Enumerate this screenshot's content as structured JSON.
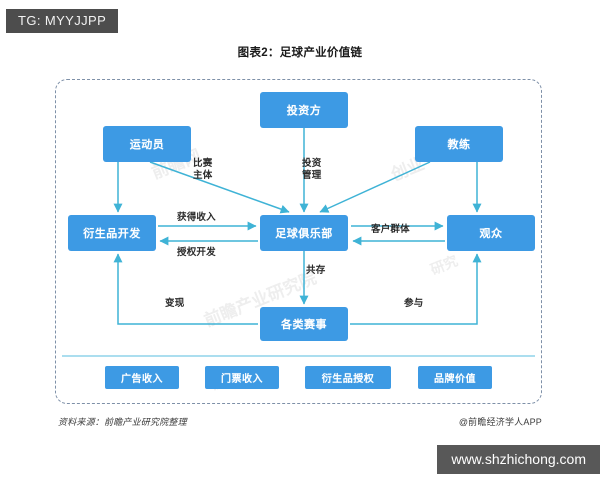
{
  "overlay": {
    "tg_tag": "TG: MYYJJPP",
    "site_watermark": "www.shzhichong.com",
    "ghost_watermarks": [
      "前瞻网",
      "创业",
      "前瞻产业研究院",
      "前瞻",
      "研究"
    ]
  },
  "chart": {
    "title": "图表2：足球产业价值链",
    "source_note": "资料来源：前瞻产业研究院整理",
    "app_note": "@前瞻经济学人APP"
  },
  "chart_data": {
    "type": "diagram",
    "title": "图表2：足球产业价值链",
    "nodes": [
      {
        "id": "investor",
        "label": "投资方",
        "tier": "top"
      },
      {
        "id": "athlete",
        "label": "运动员",
        "tier": "top"
      },
      {
        "id": "coach",
        "label": "教练",
        "tier": "top"
      },
      {
        "id": "deriv",
        "label": "衍生品开发",
        "tier": "middle"
      },
      {
        "id": "club",
        "label": "足球俱乐部",
        "tier": "middle"
      },
      {
        "id": "audience",
        "label": "观众",
        "tier": "middle"
      },
      {
        "id": "events",
        "label": "各类赛事",
        "tier": "lower"
      },
      {
        "id": "ad",
        "label": "广告收入",
        "tier": "bottom"
      },
      {
        "id": "ticket",
        "label": "门票收入",
        "tier": "bottom"
      },
      {
        "id": "license",
        "label": "衍生品授权",
        "tier": "bottom"
      },
      {
        "id": "brand",
        "label": "品牌价值",
        "tier": "bottom"
      }
    ],
    "edges": [
      {
        "from": "athlete",
        "to": "club",
        "label": "比赛\n主体"
      },
      {
        "from": "investor",
        "to": "club",
        "label": "投资\n管理"
      },
      {
        "from": "coach",
        "to": "club",
        "label": ""
      },
      {
        "from": "athlete",
        "to": "deriv",
        "label": ""
      },
      {
        "from": "coach",
        "to": "audience",
        "label": ""
      },
      {
        "from": "deriv",
        "to": "club",
        "label": "获得收入"
      },
      {
        "from": "club",
        "to": "deriv",
        "label": "授权开发"
      },
      {
        "from": "audience",
        "to": "club",
        "label": "客户群体"
      },
      {
        "from": "club",
        "to": "audience",
        "label": "客户群体"
      },
      {
        "from": "club",
        "to": "events",
        "label": "共存"
      },
      {
        "from": "events",
        "to": "deriv",
        "label": "变现"
      },
      {
        "from": "events",
        "to": "audience",
        "label": "参与"
      }
    ],
    "edge_labels": {
      "match_subject": "比赛\n主体",
      "investment_mgmt": "投资\n管理",
      "obtain_income": "获得收入",
      "authorized_dev": "授权开发",
      "customer_base": "客户群体",
      "coexist": "共存",
      "monetize": "变现",
      "participate": "参与"
    },
    "colors": {
      "node_fill": "#3d9ae4",
      "node_text": "#ffffff",
      "edge": "#3fb3d6",
      "panel_border": "#7e90a8",
      "title_text": "#1a1a1a"
    }
  }
}
